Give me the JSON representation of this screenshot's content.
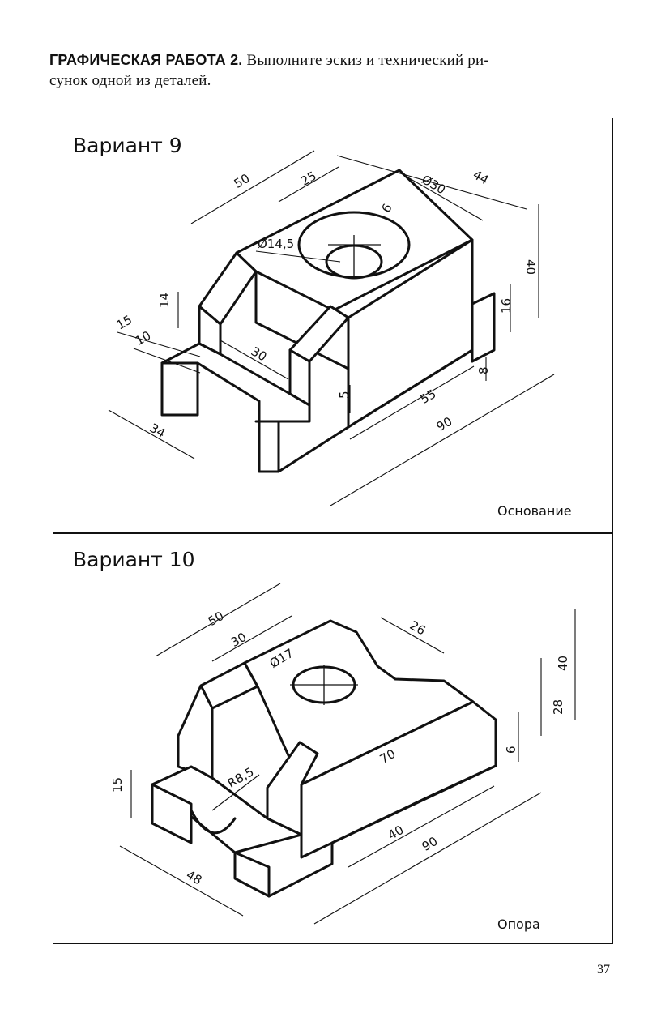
{
  "header": {
    "bold": "ГРАФИЧЕСКАЯ РАБОТА 2.",
    "line1": "Выполните эскиз и технический ри-",
    "line2": "сунок одной из деталей."
  },
  "variant9": {
    "title": "Вариант 9",
    "part": "Основание",
    "dims": {
      "d50": "50",
      "d25": "25",
      "d44": "44",
      "d30": "Ø30",
      "d6": "6",
      "d14_5": "Ø14,5",
      "d40": "40",
      "d16": "16",
      "d14": "14",
      "d15": "15",
      "d10": "10",
      "d30b": "30",
      "d8": "8",
      "d5": "5",
      "d55": "55",
      "d90": "90",
      "d34": "34"
    }
  },
  "variant10": {
    "title": "Вариант 10",
    "part": "Опора",
    "dims": {
      "d50": "50",
      "d30": "30",
      "d26": "26",
      "d17": "Ø17",
      "d40": "40",
      "d28": "28",
      "d6": "6",
      "d15": "15",
      "dR85": "R8,5",
      "d70": "70",
      "d40b": "40",
      "d90": "90",
      "d48": "48"
    }
  },
  "page_number": "37"
}
